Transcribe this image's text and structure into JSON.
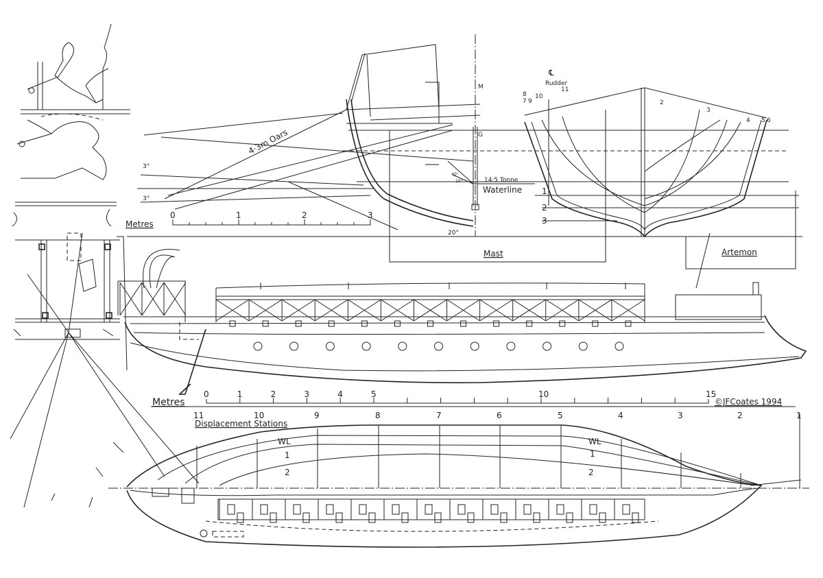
{
  "section": {
    "oars_label": "4·3m Oars",
    "angle_upper": "3°",
    "angle_lower": "3°",
    "angle_keel": "20°",
    "angle_small_a": "40°",
    "angle_small_b": "15°",
    "mark_m": "M",
    "mark_g": "G",
    "tonnage": "14·5 Tonne",
    "waterline": "Waterline",
    "mast": "Mast",
    "scale": {
      "label": "Metres",
      "ticks": [
        "0",
        "1",
        "2",
        "3"
      ]
    }
  },
  "body_plan": {
    "centre_symbol": "℄",
    "rudder": "Rudder",
    "stations_aft": [
      "8",
      "7",
      "9",
      "10",
      "11"
    ],
    "stations_fwd": [
      "2",
      "3",
      "4",
      "5",
      "6"
    ],
    "waterlines": [
      "1",
      "2",
      "3"
    ],
    "artemon": "Artemon"
  },
  "elevation": {
    "portholes": 11,
    "rail_panels": 13
  },
  "main_scale": {
    "label": "Metres",
    "ticks": [
      "0",
      "1",
      "2",
      "3",
      "4",
      "5",
      "10",
      "15"
    ],
    "copyright": "©JFCoates 1994"
  },
  "plan": {
    "title": "Displacement Stations",
    "stations": [
      "11",
      "10",
      "9",
      "8",
      "7",
      "6",
      "5",
      "4",
      "3",
      "2",
      "1"
    ],
    "wl_aft": "WL",
    "wl_fwd": "WL",
    "line1_aft": "1",
    "line1_fwd": "1",
    "line2_aft": "2",
    "line2_fwd": "2"
  }
}
